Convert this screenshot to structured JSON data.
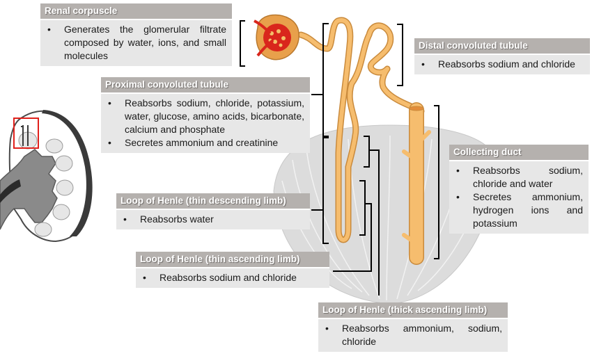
{
  "labels": [
    {
      "id": "renal-corpuscle",
      "title": "Renal corpuscle",
      "bullets": [
        "Generates the glomerular filtrate composed by water, ions, and small molecules"
      ]
    },
    {
      "id": "proximal-convoluted-tubule",
      "title": "Proximal convoluted tubule",
      "bullets": [
        "Reabsorbs sodium, chloride, potassium, water, glucose, amino acids, bicarbonate, calcium and phosphate",
        "Secretes ammonium and creatinine"
      ]
    },
    {
      "id": "distal-convoluted-tubule",
      "title": "Distal convoluted tubule",
      "bullets": [
        "Reabsorbs sodium and chloride"
      ]
    },
    {
      "id": "collecting-duct",
      "title": "Collecting duct",
      "bullets": [
        "Reabsorbs sodium, chloride and water",
        "Secretes ammonium, hydrogen ions and potassium"
      ]
    },
    {
      "id": "loop-thin-descending",
      "title": "Loop of Henle (thin descending limb)",
      "bullets": [
        "Reabsorbs water"
      ]
    },
    {
      "id": "loop-thin-ascending",
      "title": "Loop of Henle (thin  ascending limb)",
      "bullets": [
        "Reabsorbs sodium and chloride"
      ]
    },
    {
      "id": "loop-thick-ascending",
      "title": "Loop of Henle (thick ascending limb)",
      "bullets": [
        "Reabsorbs ammonium, sodium, chloride"
      ]
    }
  ],
  "colors": {
    "label_header": "#b5b1ae",
    "label_body": "#e7e7e7",
    "tubule": "#f6bd6e",
    "tubule_outline": "#c98a3c",
    "glomerulus": "#d9261c",
    "medulla": "#d9d9d9",
    "bracket": "#000000",
    "highlight_box": "#e0201b"
  }
}
